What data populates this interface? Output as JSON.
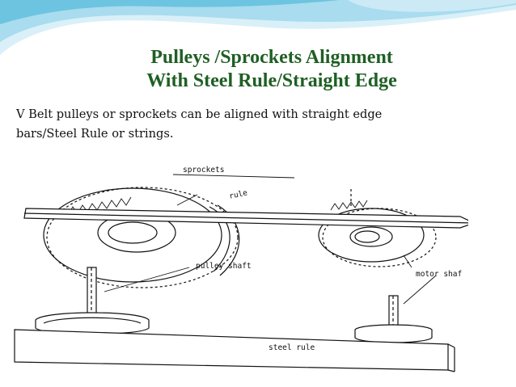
{
  "slide": {
    "title_line1": "Pulleys /Sprockets  Alignment",
    "title_line2": "With Steel Rule/Straight  Edge",
    "body_line1": "V Belt pulleys or sprockets can be aligned with straight edge",
    "body_line2": "bars/Steel Rule or strings."
  },
  "figure": {
    "label_sprockets": "sprockets",
    "label_rule": "rule",
    "label_pulley_shaft": "pulley shaft",
    "label_motor_shaft": "motor shaf",
    "label_steel_rule": "steel rule"
  },
  "colors": {
    "title": "#1f5f24",
    "wave_light": "#bfe6f3",
    "wave_dark": "#5fc0dc"
  }
}
